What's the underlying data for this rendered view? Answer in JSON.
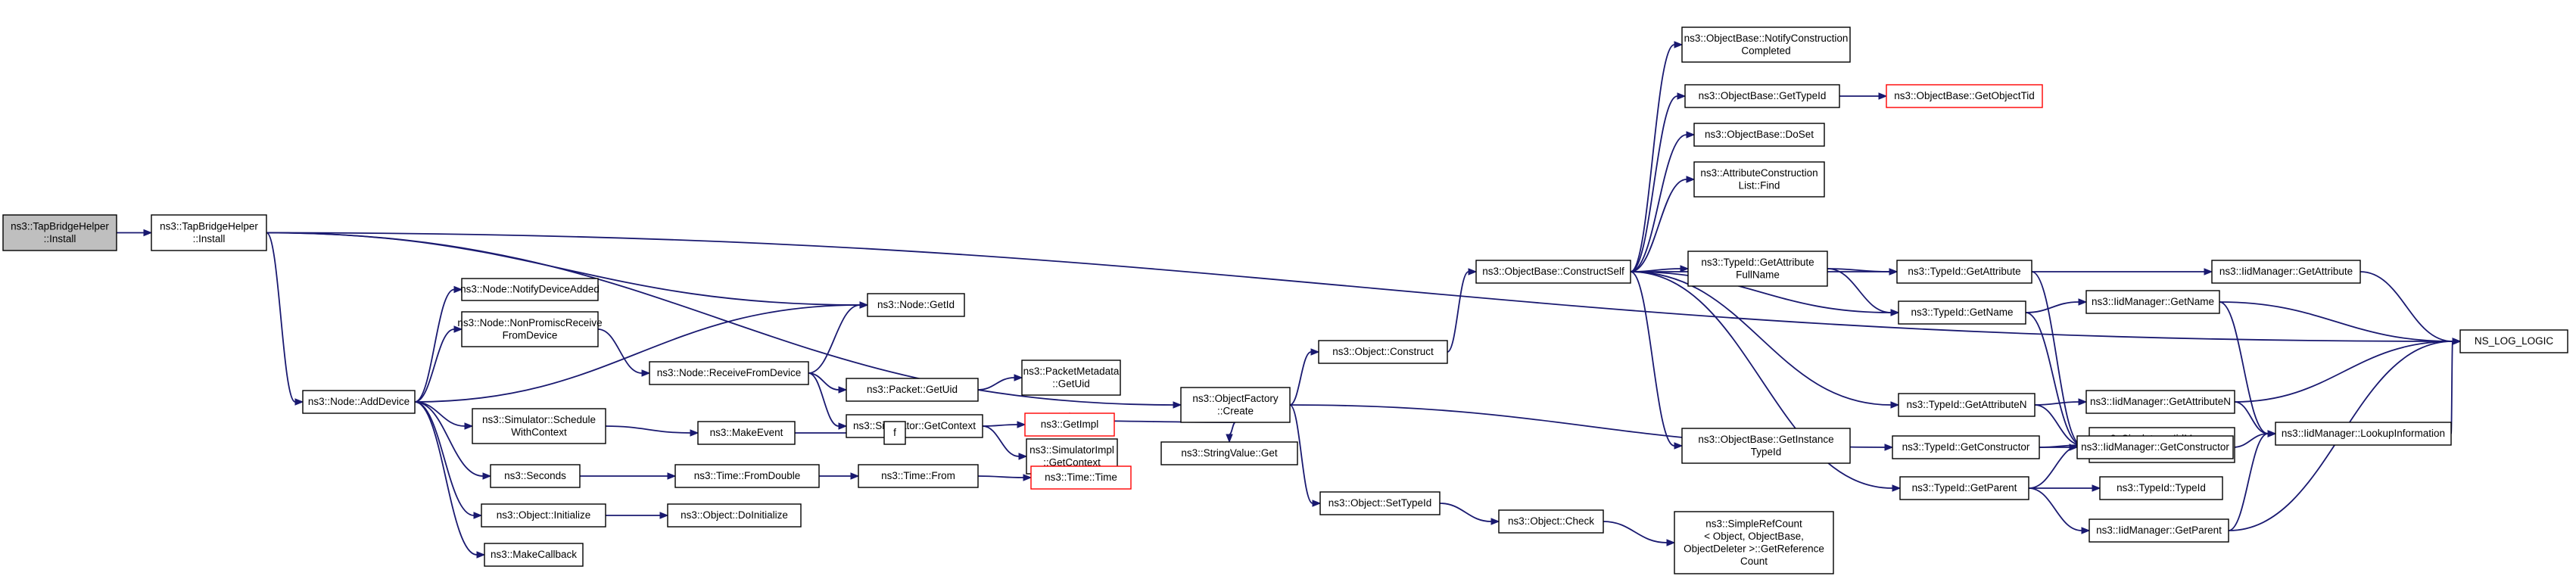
{
  "diagram": {
    "nodes": [
      {
        "id": "root",
        "lines": [
          "ns3::TapBridgeHelper",
          "::Install"
        ],
        "style": "root"
      },
      {
        "id": "tbh",
        "lines": [
          "ns3::TapBridgeHelper",
          "::Install"
        ]
      },
      {
        "id": "adddev",
        "lines": [
          "ns3::Node::AddDevice"
        ]
      },
      {
        "id": "notify",
        "lines": [
          "ns3::Node::NotifyDeviceAdded"
        ]
      },
      {
        "id": "getid",
        "lines": [
          "ns3::Node::GetId"
        ]
      },
      {
        "id": "nonprom",
        "lines": [
          "ns3::Node::NonPromiscReceive",
          "FromDevice"
        ]
      },
      {
        "id": "recv",
        "lines": [
          "ns3::Node::ReceiveFromDevice"
        ]
      },
      {
        "id": "getuid",
        "lines": [
          "ns3::Packet::GetUid"
        ]
      },
      {
        "id": "pmuid",
        "lines": [
          "ns3::PacketMetadata",
          "::GetUid"
        ]
      },
      {
        "id": "simctx",
        "lines": [
          "ns3::Simulator::GetContext"
        ]
      },
      {
        "id": "getimpl",
        "lines": [
          "ns3::GetImpl"
        ],
        "style": "red"
      },
      {
        "id": "simimplctx",
        "lines": [
          "ns3::SimulatorImpl",
          "::GetContext"
        ]
      },
      {
        "id": "sched",
        "lines": [
          "ns3::Simulator::Schedule",
          "WithContext"
        ]
      },
      {
        "id": "mkevent",
        "lines": [
          "ns3::MakeEvent"
        ]
      },
      {
        "id": "f",
        "lines": [
          "f"
        ]
      },
      {
        "id": "seconds",
        "lines": [
          "ns3::Seconds"
        ]
      },
      {
        "id": "fromdouble",
        "lines": [
          "ns3::Time::FromDouble"
        ]
      },
      {
        "id": "timefrom",
        "lines": [
          "ns3::Time::From"
        ]
      },
      {
        "id": "timetime",
        "lines": [
          "ns3::Time::Time"
        ],
        "style": "red"
      },
      {
        "id": "objinit",
        "lines": [
          "ns3::Object::Initialize"
        ]
      },
      {
        "id": "doinit",
        "lines": [
          "ns3::Object::DoInitialize"
        ]
      },
      {
        "id": "mkcb",
        "lines": [
          "ns3::MakeCallback"
        ]
      },
      {
        "id": "ofcreate",
        "lines": [
          "ns3::ObjectFactory",
          "::Create"
        ]
      },
      {
        "id": "strget",
        "lines": [
          "ns3::StringValue::Get"
        ]
      },
      {
        "id": "objconstruct",
        "lines": [
          "ns3::Object::Construct"
        ]
      },
      {
        "id": "settid",
        "lines": [
          "ns3::Object::SetTypeId"
        ]
      },
      {
        "id": "check",
        "lines": [
          "ns3::Object::Check"
        ]
      },
      {
        "id": "srcount",
        "lines": [
          "ns3::SimpleRefCount",
          "< Object, ObjectBase,",
          "ObjectDeleter >::GetReference",
          "Count"
        ]
      },
      {
        "id": "constructself",
        "lines": [
          "ns3::ObjectBase::ConstructSelf"
        ]
      },
      {
        "id": "notifyconst",
        "lines": [
          "ns3::ObjectBase::NotifyConstruction",
          "Completed"
        ]
      },
      {
        "id": "obgettid",
        "lines": [
          "ns3::ObjectBase::GetTypeId"
        ]
      },
      {
        "id": "getobjtid",
        "lines": [
          "ns3::ObjectBase::GetObjectTid"
        ],
        "style": "red"
      },
      {
        "id": "doset",
        "lines": [
          "ns3::ObjectBase::DoSet"
        ]
      },
      {
        "id": "attrfind",
        "lines": [
          "ns3::AttributeConstruction",
          "List::Find"
        ]
      },
      {
        "id": "attrfull",
        "lines": [
          "ns3::TypeId::GetAttribute",
          "FullName"
        ]
      },
      {
        "id": "getinst",
        "lines": [
          "ns3::ObjectBase::GetInstance",
          "TypeId"
        ]
      },
      {
        "id": "tgetattr",
        "lines": [
          "ns3::TypeId::GetAttribute"
        ]
      },
      {
        "id": "tgetname",
        "lines": [
          "ns3::TypeId::GetName"
        ]
      },
      {
        "id": "tgetattrn",
        "lines": [
          "ns3::TypeId::GetAttributeN"
        ]
      },
      {
        "id": "tgetctor",
        "lines": [
          "ns3::TypeId::GetConstructor"
        ]
      },
      {
        "id": "tgetparent",
        "lines": [
          "ns3::TypeId::GetParent"
        ]
      },
      {
        "id": "singleton",
        "lines": [
          "ns3::Singleton< IidManager",
          ">::Get"
        ]
      },
      {
        "id": "ttypeid",
        "lines": [
          "ns3::TypeId::TypeId"
        ]
      },
      {
        "id": "imgetattr",
        "lines": [
          "ns3::IidManager::GetAttribute"
        ]
      },
      {
        "id": "imgetname",
        "lines": [
          "ns3::IidManager::GetName"
        ]
      },
      {
        "id": "imgetattrn",
        "lines": [
          "ns3::IidManager::GetAttributeN"
        ]
      },
      {
        "id": "imgetctor",
        "lines": [
          "ns3::IidManager::GetConstructor"
        ]
      },
      {
        "id": "imgetparent",
        "lines": [
          "ns3::IidManager::GetParent"
        ]
      },
      {
        "id": "lookup",
        "lines": [
          "ns3::IidManager::LookupInformation"
        ]
      },
      {
        "id": "nslog",
        "lines": [
          "NS_LOG_LOGIC"
        ]
      }
    ],
    "edges": [
      [
        "root",
        "tbh"
      ],
      [
        "tbh",
        "nslog"
      ],
      [
        "tbh",
        "getid"
      ],
      [
        "tbh",
        "ofcreate"
      ],
      [
        "tbh",
        "adddev"
      ],
      [
        "adddev",
        "notify"
      ],
      [
        "adddev",
        "getid"
      ],
      [
        "adddev",
        "nonprom"
      ],
      [
        "adddev",
        "sched"
      ],
      [
        "adddev",
        "seconds"
      ],
      [
        "adddev",
        "objinit"
      ],
      [
        "adddev",
        "mkcb"
      ],
      [
        "nonprom",
        "recv"
      ],
      [
        "recv",
        "getid"
      ],
      [
        "recv",
        "getuid"
      ],
      [
        "recv",
        "simctx"
      ],
      [
        "getuid",
        "pmuid"
      ],
      [
        "simctx",
        "getimpl"
      ],
      [
        "simctx",
        "simimplctx"
      ],
      [
        "sched",
        "mkevent"
      ],
      [
        "mkevent",
        "f"
      ],
      [
        "seconds",
        "fromdouble"
      ],
      [
        "fromdouble",
        "timefrom"
      ],
      [
        "timefrom",
        "timetime"
      ],
      [
        "objinit",
        "doinit"
      ],
      [
        "ofcreate",
        "objconstruct"
      ],
      [
        "ofcreate",
        "getimpl"
      ],
      [
        "ofcreate",
        "strget"
      ],
      [
        "ofcreate",
        "settid"
      ],
      [
        "ofcreate",
        "tgetctor"
      ],
      [
        "objconstruct",
        "constructself"
      ],
      [
        "settid",
        "check"
      ],
      [
        "check",
        "srcount"
      ],
      [
        "constructself",
        "notifyconst"
      ],
      [
        "constructself",
        "obgettid"
      ],
      [
        "constructself",
        "doset"
      ],
      [
        "constructself",
        "attrfind"
      ],
      [
        "constructself",
        "attrfull"
      ],
      [
        "constructself",
        "tgetattr"
      ],
      [
        "constructself",
        "tgetname"
      ],
      [
        "constructself",
        "tgetattrn"
      ],
      [
        "constructself",
        "getinst"
      ],
      [
        "constructself",
        "tgetparent"
      ],
      [
        "obgettid",
        "getobjtid"
      ],
      [
        "attrfull",
        "tgetattr"
      ],
      [
        "attrfull",
        "tgetname"
      ],
      [
        "tgetattr",
        "imgetattr"
      ],
      [
        "tgetattr",
        "singleton"
      ],
      [
        "tgetname",
        "imgetname"
      ],
      [
        "tgetname",
        "singleton"
      ],
      [
        "tgetattrn",
        "imgetattrn"
      ],
      [
        "tgetattrn",
        "singleton"
      ],
      [
        "tgetctor",
        "imgetctor"
      ],
      [
        "tgetctor",
        "singleton"
      ],
      [
        "tgetparent",
        "ttypeid"
      ],
      [
        "tgetparent",
        "imgetparent"
      ],
      [
        "tgetparent",
        "singleton"
      ],
      [
        "imgetattr",
        "nslog"
      ],
      [
        "imgetname",
        "nslog"
      ],
      [
        "imgetname",
        "lookup"
      ],
      [
        "imgetattrn",
        "nslog"
      ],
      [
        "imgetattrn",
        "lookup"
      ],
      [
        "imgetctor",
        "lookup"
      ],
      [
        "imgetparent",
        "lookup"
      ],
      [
        "imgetparent",
        "nslog"
      ],
      [
        "lookup",
        "nslog"
      ]
    ]
  }
}
